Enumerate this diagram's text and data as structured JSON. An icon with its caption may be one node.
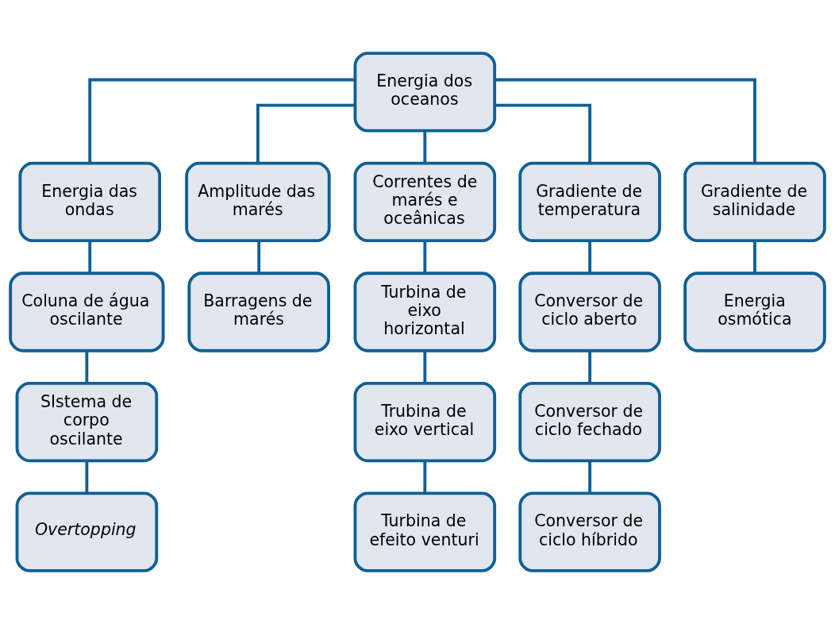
{
  "diagram": {
    "nodes": [
      {
        "text": [
          "Energia dos oceanos"
        ]
      },
      {
        "text": [
          "Energia das ondas"
        ]
      },
      {
        "text": [
          "Amplitude das marés"
        ]
      },
      {
        "text": [
          "Correntes de marés e oceânicas"
        ]
      },
      {
        "text": [
          "Gradiente de temperatura"
        ]
      },
      {
        "text": [
          "Gradiente de salinidade"
        ]
      },
      {
        "text": [
          "Coluna de água oscilante"
        ]
      },
      {
        "text": [
          "Barragens de marés"
        ]
      },
      {
        "text": [
          "Turbina de eixo horizontal"
        ]
      },
      {
        "text": [
          "Conversor de ciclo aberto"
        ]
      },
      {
        "text": [
          "Energia osmótica"
        ]
      },
      {
        "text": [
          "SIstema de corpo oscilante"
        ]
      },
      {
        "text": [
          "Trubina de eixo vertical"
        ]
      },
      {
        "text": [
          "Conversor de ciclo fechado"
        ]
      },
      {
        "text": [
          "Overtopping"
        ]
      },
      {
        "text": [
          "Turbina de efeito venturi"
        ]
      },
      {
        "text": [
          "Conversor de ciclo híbrido"
        ]
      }
    ],
    "edges": [
      {
        "from": 0,
        "to": 1,
        "arrow": "none"
      },
      {
        "from": 0,
        "to": 2,
        "arrow": "none"
      },
      {
        "from": 0,
        "to": 3,
        "arrow": "none"
      },
      {
        "from": 0,
        "to": 4,
        "arrow": "none"
      },
      {
        "from": 0,
        "to": 5,
        "arrow": "none"
      },
      {
        "from": 1,
        "to": 6,
        "arrow": "none"
      },
      {
        "from": 6,
        "to": 11,
        "arrow": "none"
      },
      {
        "from": 11,
        "to": 14,
        "arrow": "none"
      },
      {
        "from": 2,
        "to": 7,
        "arrow": "none"
      },
      {
        "from": 3,
        "to": 8,
        "arrow": "none"
      },
      {
        "from": 8,
        "to": 12,
        "arrow": "none"
      },
      {
        "from": 12,
        "to": 15,
        "arrow": "none"
      },
      {
        "from": 4,
        "to": 9,
        "arrow": "none"
      },
      {
        "from": 9,
        "to": 13,
        "arrow": "none"
      },
      {
        "from": 13,
        "to": 16,
        "arrow": "none"
      },
      {
        "from": 5,
        "to": 10,
        "arrow": "none"
      }
    ]
  }
}
